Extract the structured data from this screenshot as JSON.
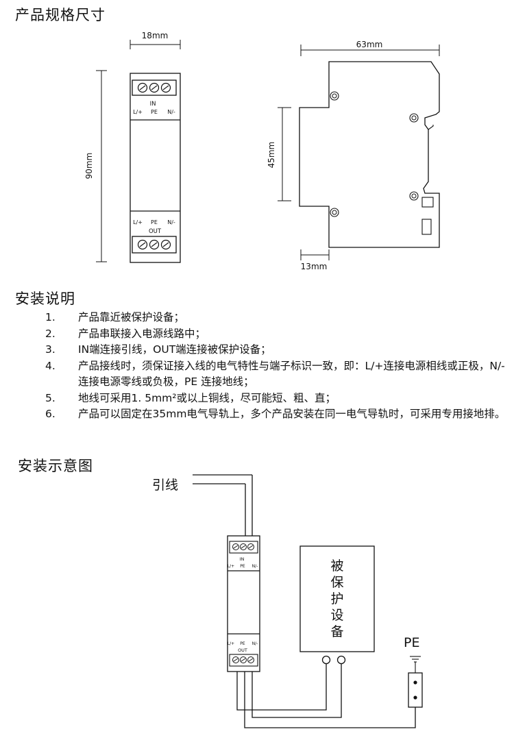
{
  "sections": {
    "dimensions_title": "产品规格尺寸",
    "install_title": "安装说明",
    "diagram_title": "安装示意图"
  },
  "dimensions": {
    "width": "18mm",
    "height": "90mm",
    "depth": "63mm",
    "rail_height": "45mm",
    "rail_offset": "13mm"
  },
  "terminal_labels": {
    "in": "IN",
    "out": "OUT",
    "line": "L/+",
    "pe": "PE",
    "neutral": "N/-"
  },
  "instructions": [
    {
      "num": "1.",
      "text": "产品靠近被保护设备；"
    },
    {
      "num": "2.",
      "text": "产品串联接入电源线路中；"
    },
    {
      "num": "3.",
      "text": "IN端连接引线，OUT端连接被保护设备；"
    },
    {
      "num": "4.",
      "text": "产品接线时，须保证接入线的电气特性与端子标识一致，即：L/+连接电源相线或正极，N/-连接电源零线或负极，PE 连接地线；"
    },
    {
      "num": "5.",
      "text": "地线可采用1. 5mm²或以上铜线，尽可能短、粗、直；"
    },
    {
      "num": "6.",
      "text": "产品可以固定在35mm电气导轨上，多个产品安装在同一电气导轨时，可采用专用接地排。"
    }
  ],
  "wiring": {
    "lead_label": "引线",
    "protected_device": [
      "被",
      "保",
      "护",
      "设",
      "备"
    ],
    "ground_label": "PE"
  }
}
